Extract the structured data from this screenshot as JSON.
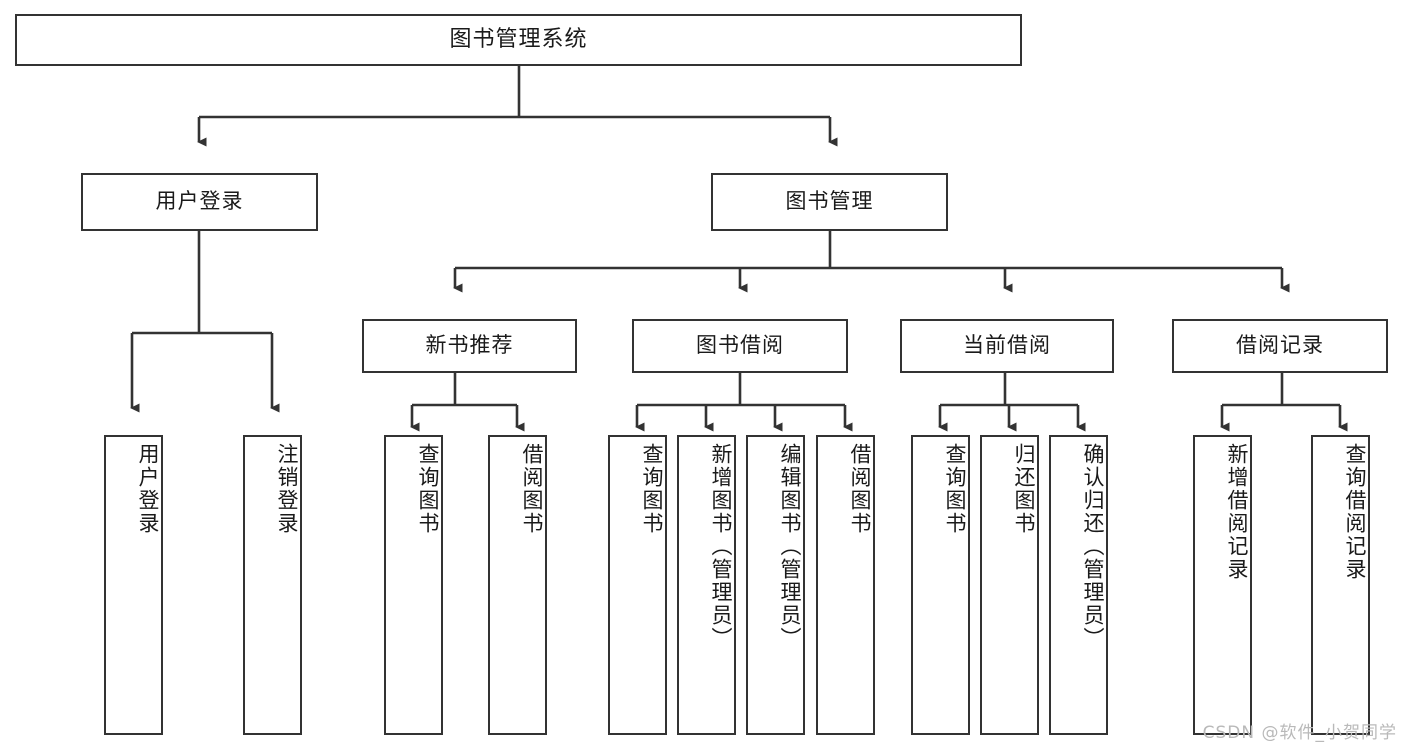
{
  "diagram": {
    "title": "图书管理系统",
    "type": "tree-hierarchy",
    "levels": 4,
    "colors": {
      "box_border": "#333333",
      "box_fill": "#ffffff",
      "connector": "#333333",
      "text": "#1a1a1a",
      "watermark": "#b9b9b9",
      "background": "#ffffff"
    }
  },
  "root": {
    "label": "图书管理系统"
  },
  "level2": [
    {
      "label": "用户登录"
    },
    {
      "label": "图书管理"
    }
  ],
  "level3": [
    {
      "label": "新书推荐"
    },
    {
      "label": "图书借阅"
    },
    {
      "label": "当前借阅"
    },
    {
      "label": "借阅记录"
    }
  ],
  "leaves": {
    "user_login": [
      {
        "label": "用户登录"
      },
      {
        "label": "注销登录"
      }
    ],
    "new_book": [
      {
        "label": "查询图书"
      },
      {
        "label": "借阅图书"
      }
    ],
    "borrow_book": [
      {
        "label": "查询图书"
      },
      {
        "label": "新增图书（管理员）"
      },
      {
        "label": "编辑图书（管理员）"
      },
      {
        "label": "借阅图书"
      }
    ],
    "current_borrow": [
      {
        "label": "查询图书"
      },
      {
        "label": "归还图书"
      },
      {
        "label": "确认归还（管理员）"
      }
    ],
    "borrow_record": [
      {
        "label": "新增借阅记录"
      },
      {
        "label": "查询借阅记录"
      }
    ]
  },
  "watermark": {
    "text": "CSDN @软件_小贺同学"
  }
}
